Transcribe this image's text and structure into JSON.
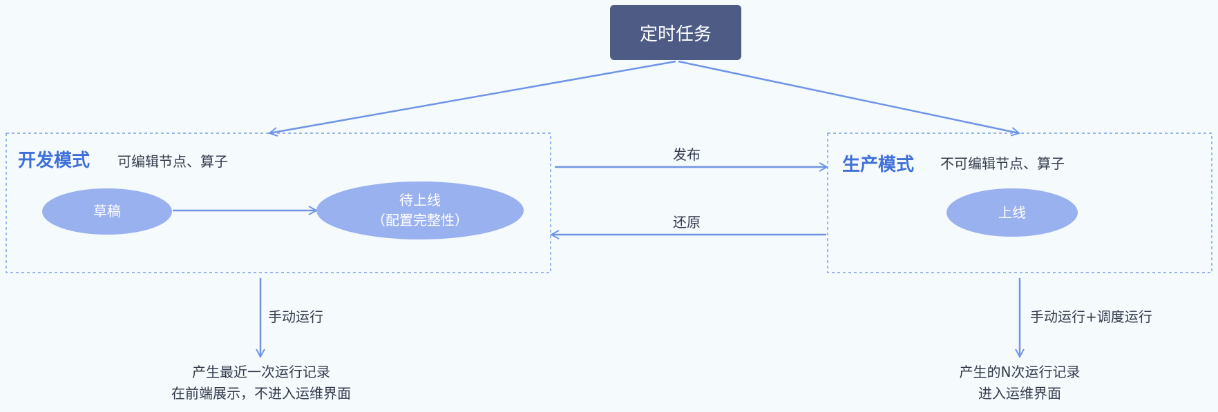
{
  "root": {
    "label": "定时任务"
  },
  "dev_mode": {
    "title": "开发模式",
    "desc": "可编辑节点、算子",
    "states": {
      "draft": "草稿",
      "pending_line1": "待上线",
      "pending_line2": "（配置完整性）"
    },
    "run_label": "手动运行",
    "result_line1": "产生最近一次运行记录",
    "result_line2": "在前端展示，不进入运维界面"
  },
  "prod_mode": {
    "title": "生产模式",
    "desc": "不可编辑节点、算子",
    "states": {
      "online": "上线"
    },
    "run_label": "手动运行+调度运行",
    "result_line1": "产生的N次运行记录",
    "result_line2": "进入运维界面"
  },
  "transitions": {
    "publish": "发布",
    "restore": "还原"
  },
  "colors": {
    "background": "#f5fafd",
    "root_fill": "#4d5b85",
    "arrow": "#6f94e6",
    "ellipse_fill": "#99b1ef",
    "mode_title": "#3f6fd8",
    "dashed_border": "#7d9de6",
    "text": "#333a4a"
  }
}
